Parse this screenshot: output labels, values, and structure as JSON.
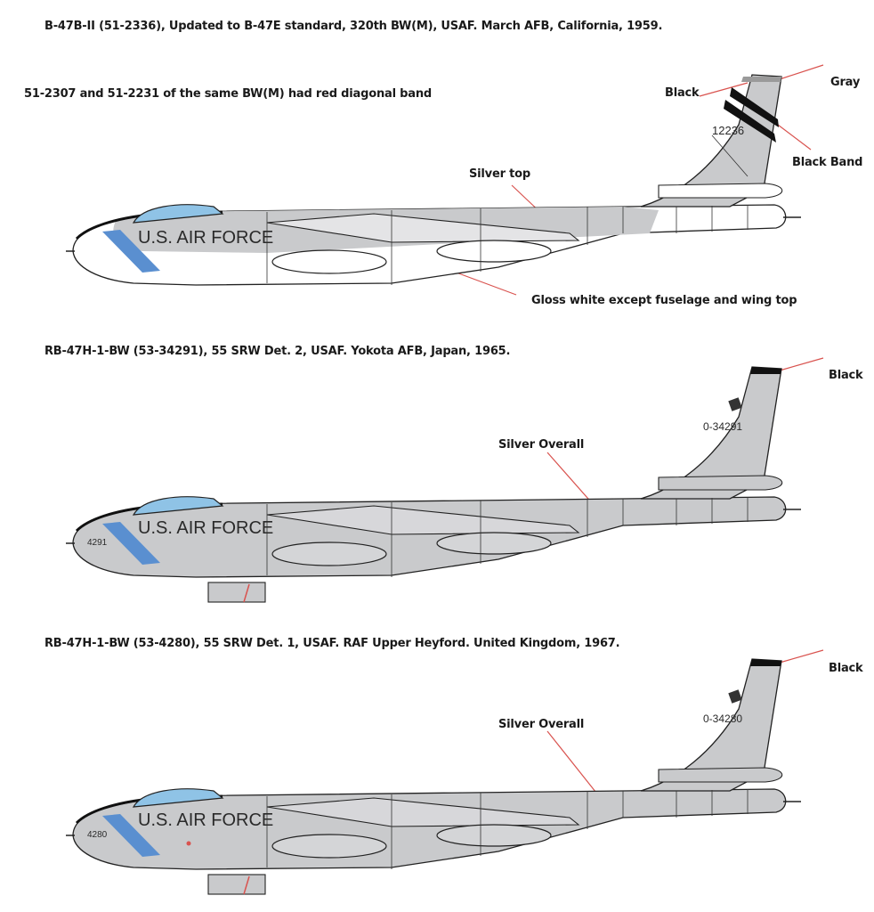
{
  "profiles": [
    {
      "caption": "B-47B-II (51-2336), Updated to B-47E standard, 320th BW(M), USAF.  March AFB, California, 1959.",
      "note": "51-2307 and 51-2231 of the same BW(M) had red diagonal band",
      "fuselage_marking": "U.S. AIR FORCE",
      "tail_number": "12236",
      "callouts": {
        "black": "Black",
        "gray": "Gray",
        "black_band": "Black Band",
        "silver_top": "Silver top",
        "gloss_white": "Gloss white except fuselage and wing top"
      },
      "colors": {
        "top": "#c9cacc",
        "bottom": "#ffffff"
      }
    },
    {
      "caption": "RB-47H-1-BW (53-34291), 55 SRW Det. 2, USAF.  Yokota AFB, Japan, 1965.",
      "fuselage_marking": "U.S. AIR FORCE",
      "tail_number": "0-34291",
      "nose_number": "4291",
      "callouts": {
        "black": "Black",
        "silver_overall": "Silver Overall"
      },
      "colors": {
        "top": "#c9cacc",
        "bottom": "#c9cacc"
      }
    },
    {
      "caption": "RB-47H-1-BW (53-4280), 55 SRW Det. 1, USAF. RAF Upper Heyford. United Kingdom, 1967.",
      "fuselage_marking": "U.S. AIR FORCE",
      "tail_number": "0-34280",
      "nose_number": "4280",
      "callouts": {
        "black": "Black",
        "silver_overall": "Silver Overall"
      },
      "colors": {
        "top": "#c9cacc",
        "bottom": "#c9cacc"
      }
    }
  ],
  "palette": {
    "canopy": "#8fc3e6",
    "nose_band": "#5a8fd0",
    "leader_line": "#d9534f",
    "anti_glare": "#111111"
  }
}
